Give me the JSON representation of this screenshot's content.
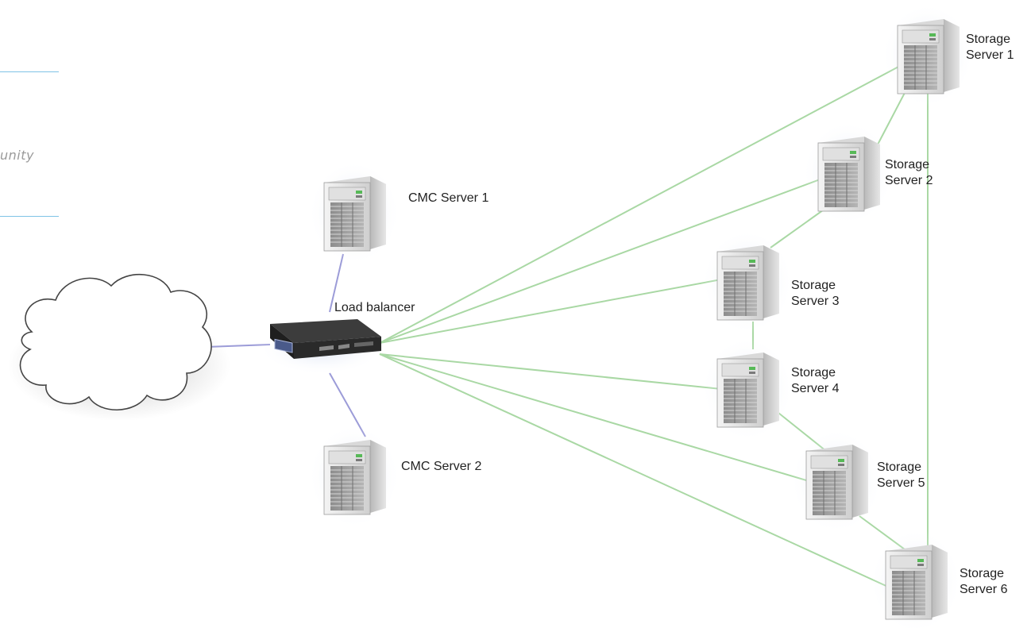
{
  "sidebar_fragment": {
    "text": "unity"
  },
  "nodes": {
    "load_balancer": "Load balancer",
    "cmc_server_1": "CMC Server 1",
    "cmc_server_2": "CMC Server 2",
    "storage_1": [
      "Storage",
      "Server 1"
    ],
    "storage_2": [
      "Storage",
      "Server 2"
    ],
    "storage_3": [
      "Storage",
      "Server 3"
    ],
    "storage_4": [
      "Storage",
      "Server 4"
    ],
    "storage_5": [
      "Storage",
      "Server 5"
    ],
    "storage_6": [
      "Storage",
      "Server 6"
    ]
  },
  "colors": {
    "link_green": "#a9d8a4",
    "link_purple": "#9c9cd8",
    "sidebar_rule": "#7fc3e6"
  }
}
